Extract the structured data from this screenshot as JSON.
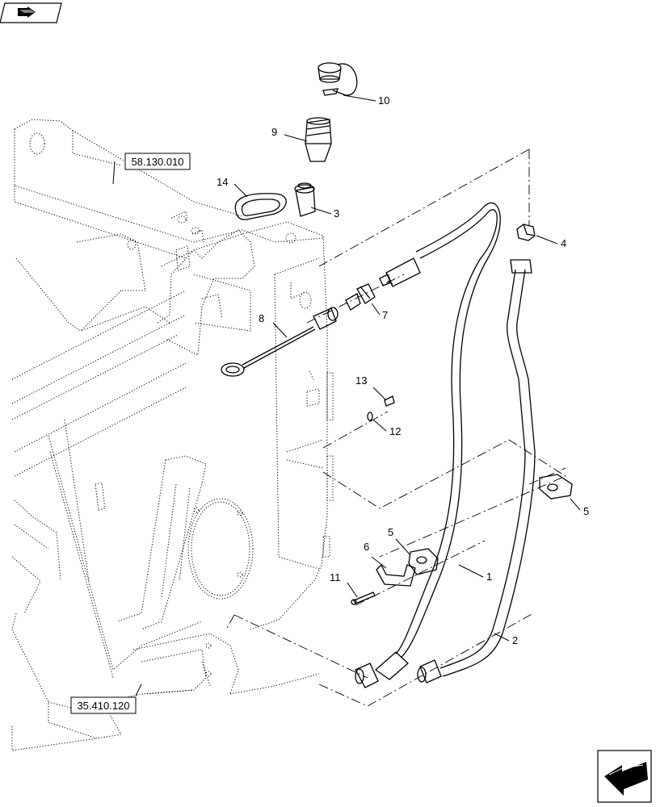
{
  "references": {
    "upper": "58.130.010",
    "lower": "35.410.120"
  },
  "callouts": {
    "c1": "1",
    "c2": "2",
    "c3": "3",
    "c4": "4",
    "c5a": "5",
    "c5b": "5",
    "c6": "6",
    "c7": "7",
    "c8": "8",
    "c9": "9",
    "c10": "10",
    "c11": "11",
    "c12": "12",
    "c13": "13",
    "c14": "14"
  },
  "icons": {
    "top_left": "book-arrow-icon",
    "bottom_right": "next-page-arrow-icon"
  }
}
